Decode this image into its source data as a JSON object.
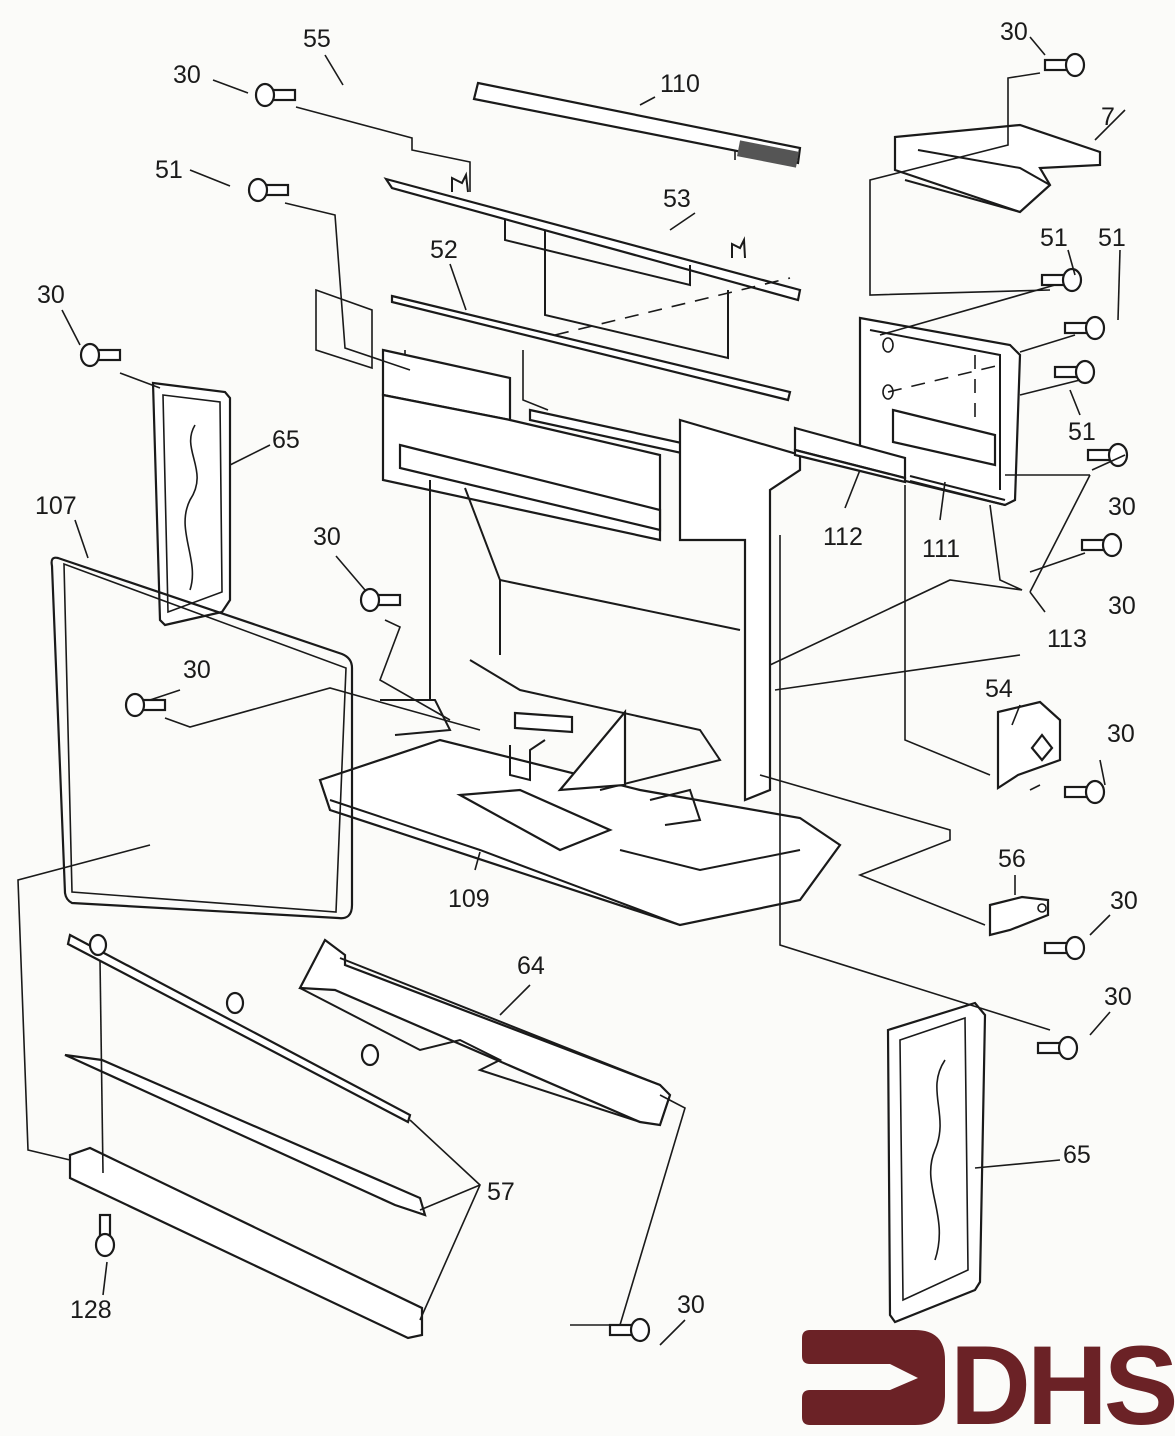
{
  "diagram": {
    "type": "exploded-parts-diagram",
    "subject": "cabinet frame assembly",
    "brand_color": "#6b2226",
    "line_color": "#1a1a1a",
    "callouts": [
      {
        "id": "c1",
        "label": "55"
      },
      {
        "id": "c2",
        "label": "30"
      },
      {
        "id": "c3",
        "label": "110"
      },
      {
        "id": "c4",
        "label": "30"
      },
      {
        "id": "c5",
        "label": "7"
      },
      {
        "id": "c6",
        "label": "51"
      },
      {
        "id": "c7",
        "label": "53"
      },
      {
        "id": "c8",
        "label": "52"
      },
      {
        "id": "c9",
        "label": "51"
      },
      {
        "id": "c10",
        "label": "51"
      },
      {
        "id": "c11",
        "label": "30"
      },
      {
        "id": "c12",
        "label": "65"
      },
      {
        "id": "c13",
        "label": "51"
      },
      {
        "id": "c14",
        "label": "30"
      },
      {
        "id": "c15",
        "label": "107"
      },
      {
        "id": "c16",
        "label": "30"
      },
      {
        "id": "c17",
        "label": "112"
      },
      {
        "id": "c18",
        "label": "111"
      },
      {
        "id": "c19",
        "label": "30"
      },
      {
        "id": "c20",
        "label": "113"
      },
      {
        "id": "c21",
        "label": "30"
      },
      {
        "id": "c22",
        "label": "54"
      },
      {
        "id": "c23",
        "label": "30"
      },
      {
        "id": "c24",
        "label": "109"
      },
      {
        "id": "c25",
        "label": "56"
      },
      {
        "id": "c26",
        "label": "30"
      },
      {
        "id": "c27",
        "label": "64"
      },
      {
        "id": "c28",
        "label": "30"
      },
      {
        "id": "c29",
        "label": "65"
      },
      {
        "id": "c30",
        "label": "57"
      },
      {
        "id": "c31",
        "label": "128"
      },
      {
        "id": "c32",
        "label": "30"
      }
    ]
  },
  "logo": {
    "text": "DHS",
    "icon": "arrow-right-icon",
    "color": "#6b2226"
  }
}
